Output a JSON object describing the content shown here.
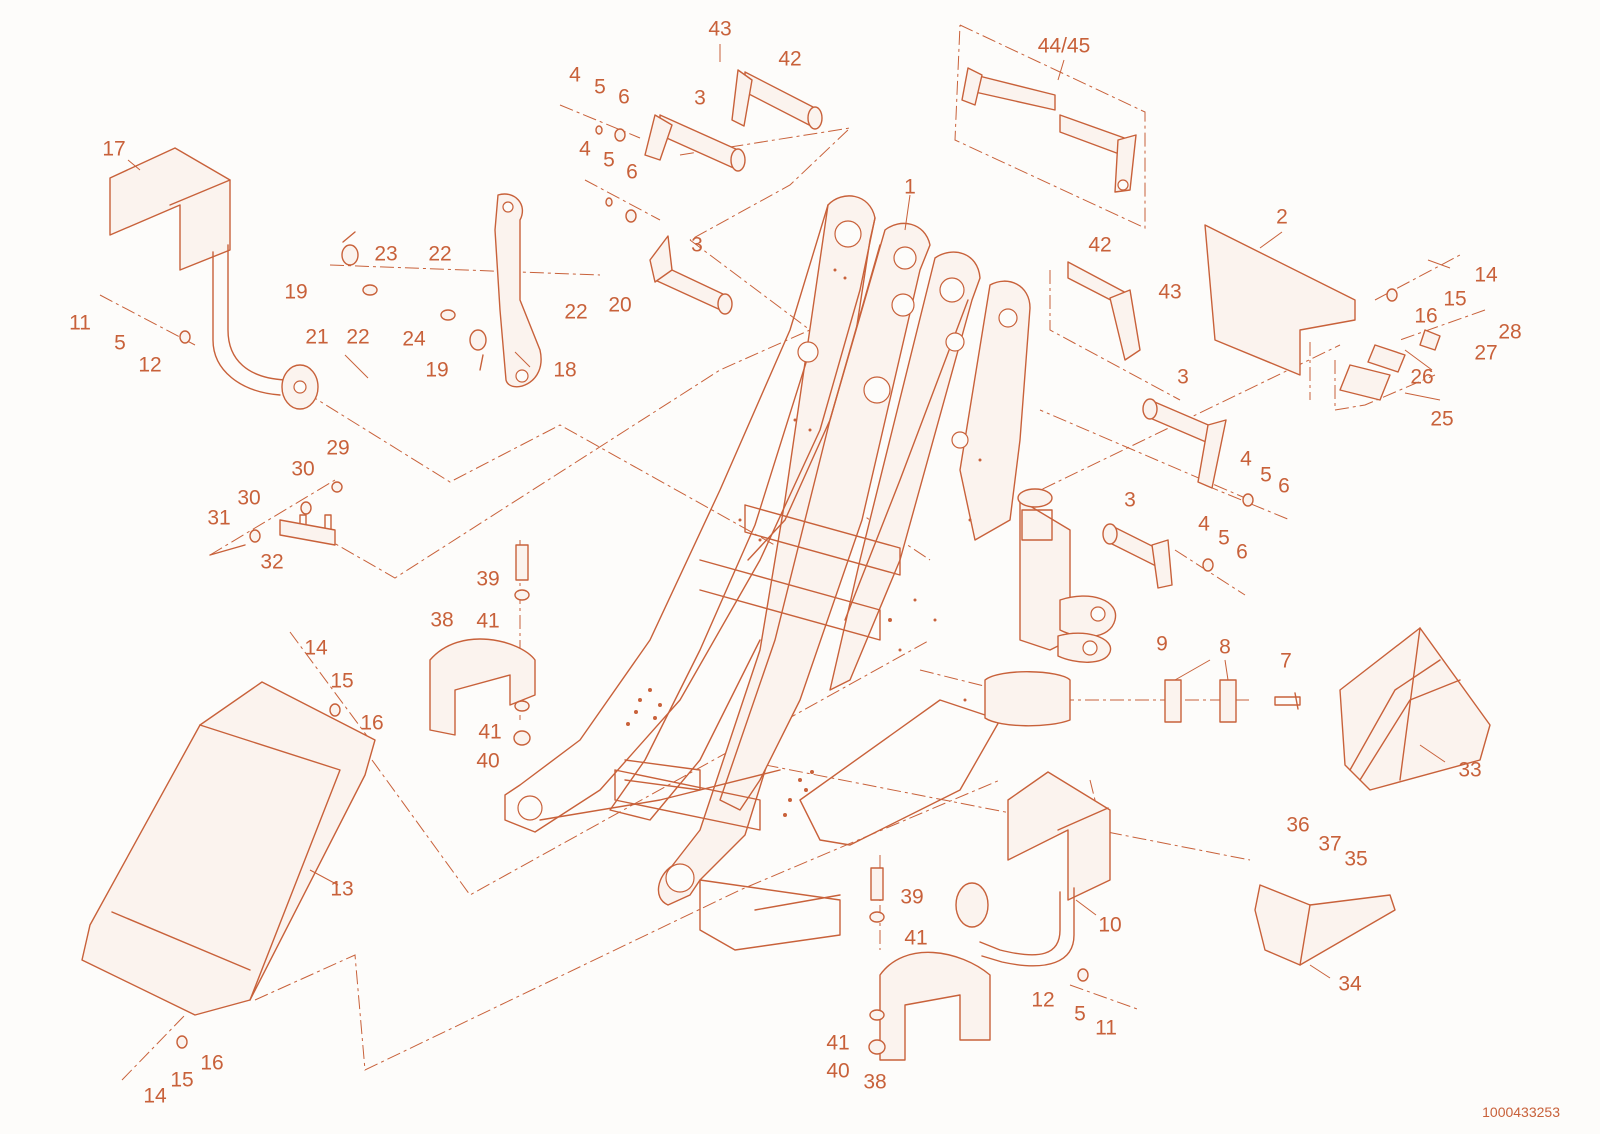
{
  "colors": {
    "ink": "#c8613a"
  },
  "document_number": "1000433253",
  "group_label": "44/45",
  "callouts": [
    "43",
    "42",
    "44/45",
    "4",
    "5",
    "6",
    "3",
    "4",
    "5",
    "6",
    "3",
    "1",
    "2",
    "17",
    "23",
    "22",
    "19",
    "11",
    "5",
    "12",
    "21",
    "22",
    "24",
    "19",
    "22",
    "20",
    "18",
    "14",
    "15",
    "16",
    "28",
    "27",
    "26",
    "25",
    "42",
    "43",
    "3",
    "4",
    "5",
    "6",
    "3",
    "4",
    "5",
    "6",
    "29",
    "30",
    "30",
    "31",
    "32",
    "39",
    "41",
    "38",
    "41",
    "40",
    "14",
    "15",
    "16",
    "13",
    "9",
    "8",
    "7",
    "33",
    "36",
    "37",
    "35",
    "34",
    "10",
    "39",
    "41",
    "12",
    "5",
    "11",
    "41",
    "40",
    "38",
    "16",
    "15",
    "14"
  ]
}
